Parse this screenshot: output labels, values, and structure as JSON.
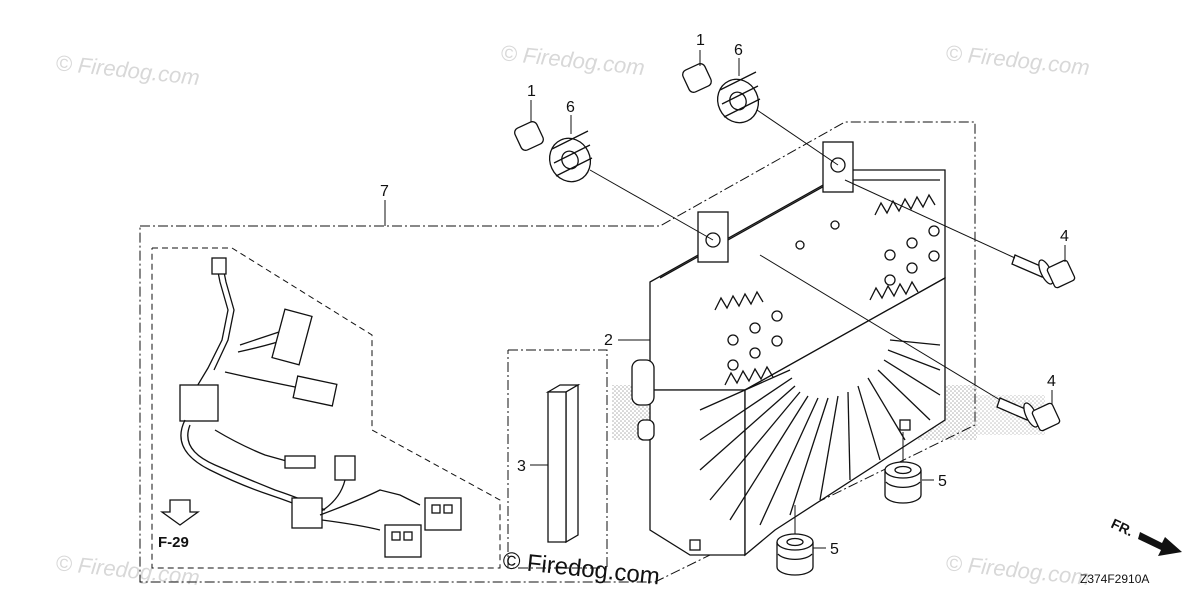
{
  "diagram": {
    "drawing_code": "Z374F2910A",
    "reference": "F-29",
    "front_marker": "FR.",
    "watermark_text": "© Firedog.com",
    "bottom_watermark": "© Firedog.com",
    "callouts": {
      "c1a": "1",
      "c6a": "6",
      "c1b": "1",
      "c6b": "6",
      "c7": "7",
      "c2": "2",
      "c3": "3",
      "c4a": "4",
      "c4b": "4",
      "c5a": "5",
      "c5b": "5"
    },
    "colors": {
      "line": "#111111",
      "watermark": "#d8d8d8",
      "shade": "#bfbfbf"
    }
  }
}
